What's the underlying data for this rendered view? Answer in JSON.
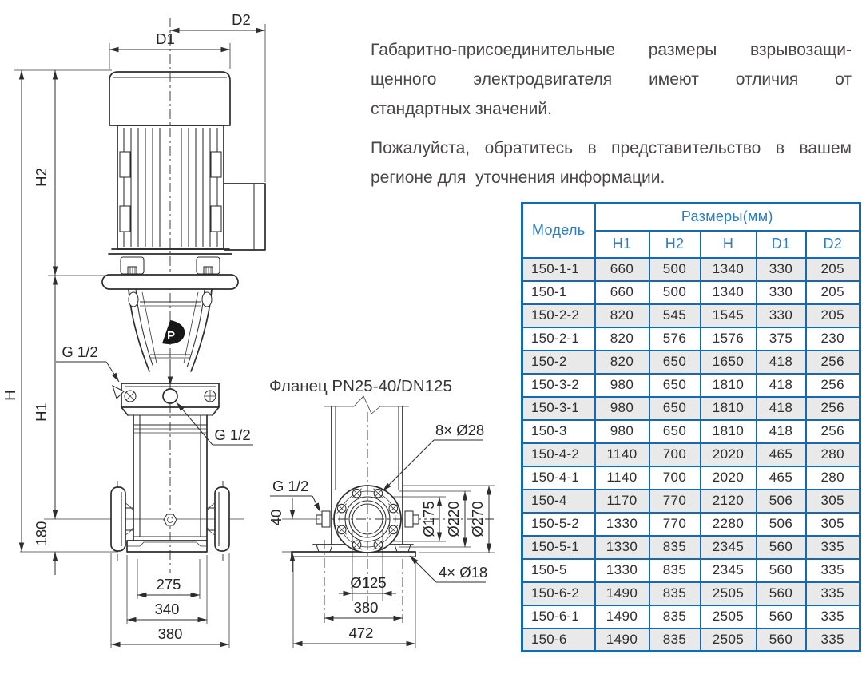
{
  "intro": {
    "p1": [
      "Габаритно-присоединительные размеры взрывозащи-",
      "щенного электродвигателя  имеют отличия от",
      "стандартных значений."
    ],
    "p2": [
      "Пожалуйста, обратитесь в представительство в вашем",
      "регионе для  уточнения информации."
    ]
  },
  "drawing": {
    "pump": {
      "d2": "D2",
      "d1": "D1",
      "h": "H",
      "h2": "H2",
      "h1": "H1",
      "g12": "G 1/2",
      "dim180": "180",
      "dim275": "275",
      "dim340": "340",
      "dim380": "380",
      "logo": "P"
    },
    "flange": {
      "title": "Фланец PN25-40/DN125",
      "bolts": "8× Ø28",
      "holes": "4× Ø18",
      "g12": "G 1/2",
      "dim40": "40",
      "d175": "Ø175",
      "d220": "Ø220",
      "d270": "Ø270",
      "d125": "Ø125",
      "dim380": "380",
      "dim472": "472"
    }
  },
  "table": {
    "col_model": "Модель",
    "col_sizes": "Размеры(мм)",
    "sub_cols": [
      "H1",
      "H2",
      "H",
      "D1",
      "D2"
    ],
    "rows": [
      [
        "150-1-1",
        "660",
        "500",
        "1340",
        "330",
        "205"
      ],
      [
        "150-1",
        "660",
        "500",
        "1340",
        "330",
        "205"
      ],
      [
        "150-2-2",
        "820",
        "545",
        "1545",
        "330",
        "205"
      ],
      [
        "150-2-1",
        "820",
        "576",
        "1576",
        "375",
        "230"
      ],
      [
        "150-2",
        "820",
        "650",
        "1650",
        "418",
        "256"
      ],
      [
        "150-3-2",
        "980",
        "650",
        "1810",
        "418",
        "256"
      ],
      [
        "150-3-1",
        "980",
        "650",
        "1810",
        "418",
        "256"
      ],
      [
        "150-3",
        "980",
        "650",
        "1810",
        "418",
        "256"
      ],
      [
        "150-4-2",
        "1140",
        "700",
        "2020",
        "465",
        "280"
      ],
      [
        "150-4-1",
        "1140",
        "700",
        "2020",
        "465",
        "280"
      ],
      [
        "150-4",
        "1170",
        "770",
        "2120",
        "506",
        "305"
      ],
      [
        "150-5-2",
        "1330",
        "770",
        "2280",
        "506",
        "305"
      ],
      [
        "150-5-1",
        "1330",
        "835",
        "2345",
        "560",
        "335"
      ],
      [
        "150-5",
        "1330",
        "835",
        "2345",
        "560",
        "335"
      ],
      [
        "150-6-2",
        "1490",
        "835",
        "2505",
        "560",
        "335"
      ],
      [
        "150-6-1",
        "1490",
        "835",
        "2505",
        "560",
        "335"
      ],
      [
        "150-6",
        "1490",
        "835",
        "2505",
        "560",
        "335"
      ]
    ],
    "colors": {
      "border": "#1569b1",
      "header_text": "#2e7cc3",
      "row_shade": "#e9e9e9"
    }
  }
}
